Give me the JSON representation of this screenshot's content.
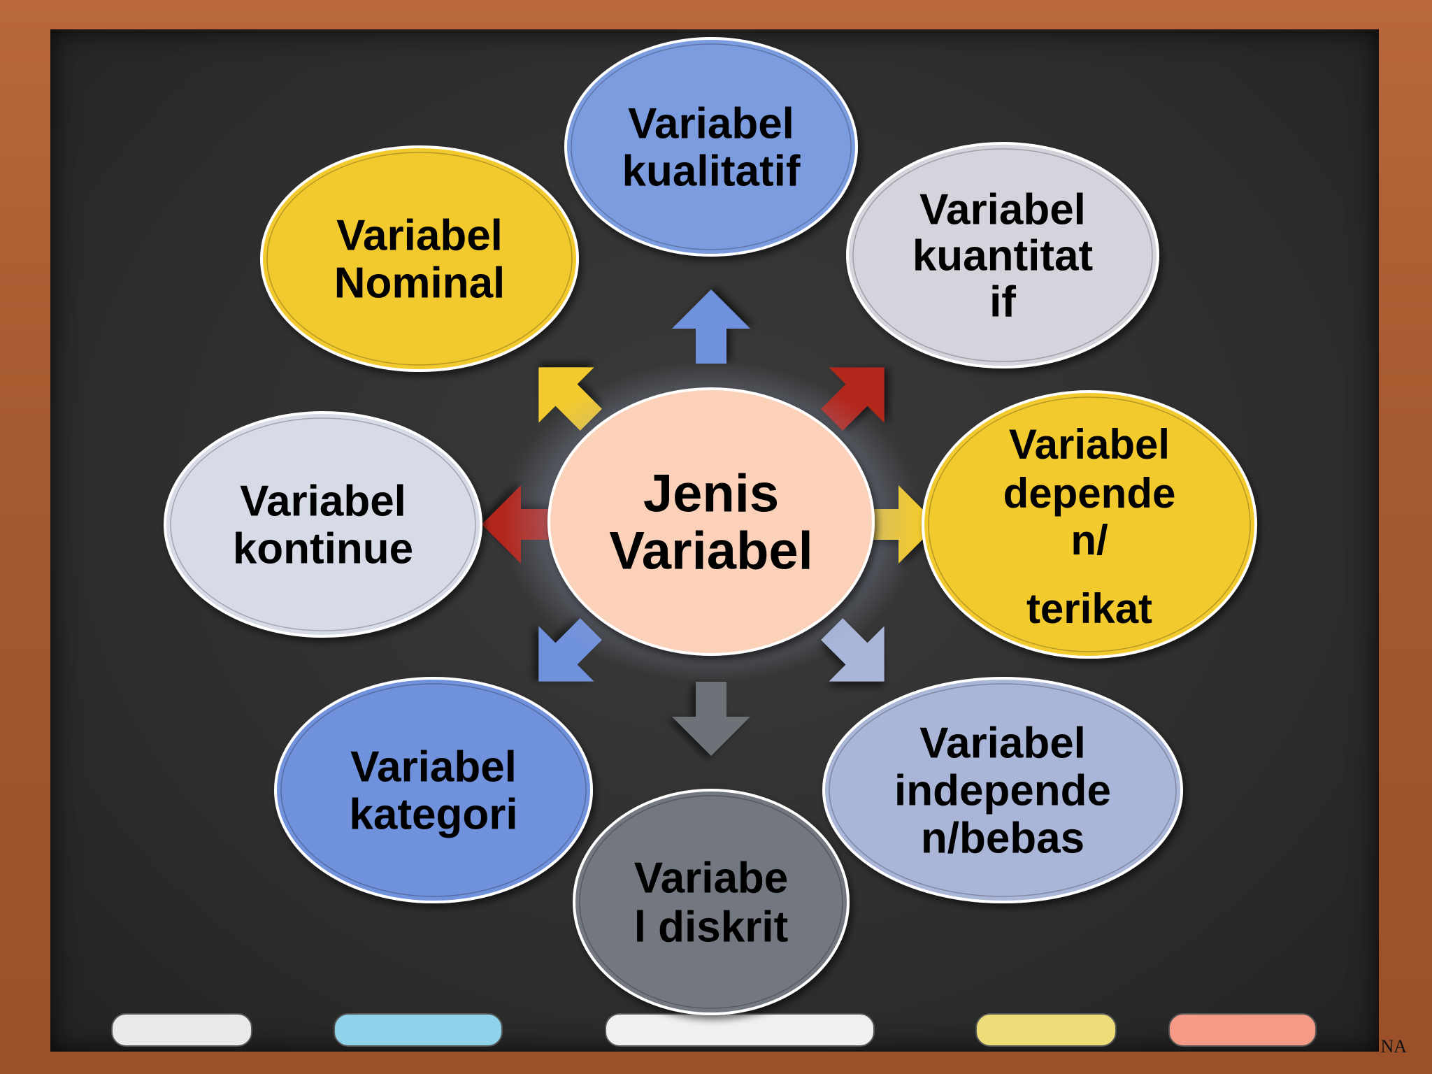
{
  "center": {
    "lines": [
      "Jenis",
      "Variabel"
    ],
    "fill": "#fcd1b9"
  },
  "nodes": [
    {
      "id": "kualitatif",
      "lines": [
        "Variabel",
        "kualitatif"
      ],
      "fill": "#7b9ce0"
    },
    {
      "id": "kuantitatif",
      "lines": [
        "Variabel",
        "kuantitat",
        "if"
      ],
      "fill": "#d4d5dc"
    },
    {
      "id": "dependen",
      "lines": [
        "Variabel",
        "depende",
        "n/",
        "terikat"
      ],
      "fill": "#f3ca2f"
    },
    {
      "id": "independen",
      "lines": [
        "Variabel",
        "independe",
        "n/bebas"
      ],
      "fill": "#aab6d8"
    },
    {
      "id": "diskrit",
      "lines": [
        "Variabe",
        "l diskrit"
      ],
      "fill": "#737880"
    },
    {
      "id": "kategori",
      "lines": [
        "Variabel",
        "kategori"
      ],
      "fill": "#6f91dc"
    },
    {
      "id": "kontinue",
      "lines": [
        "Variabel",
        "kontinue"
      ],
      "fill": "#d7dbe8"
    },
    {
      "id": "nominal",
      "lines": [
        "Variabel",
        "Nominal"
      ],
      "fill": "#f3ca2f"
    }
  ],
  "arrows": [
    {
      "to": "kualitatif",
      "color": "#6f91dc"
    },
    {
      "to": "kuantitatif",
      "color": "#b3261e"
    },
    {
      "to": "dependen",
      "color": "#f3ca2f"
    },
    {
      "to": "independen",
      "color": "#aab6d8"
    },
    {
      "to": "diskrit",
      "color": "#6d7178"
    },
    {
      "to": "kategori",
      "color": "#6f91dc"
    },
    {
      "to": "kontinue",
      "color": "#b3261e"
    },
    {
      "to": "nominal",
      "color": "#f3ca2f"
    }
  ],
  "chalks": [
    {
      "color": "#e9e9ea"
    },
    {
      "color": "#8fd3ea"
    },
    {
      "color": "#f0f0f2"
    },
    {
      "color": "#ecdd78"
    },
    {
      "color": "#f59a86"
    }
  ],
  "watermark": "NA"
}
